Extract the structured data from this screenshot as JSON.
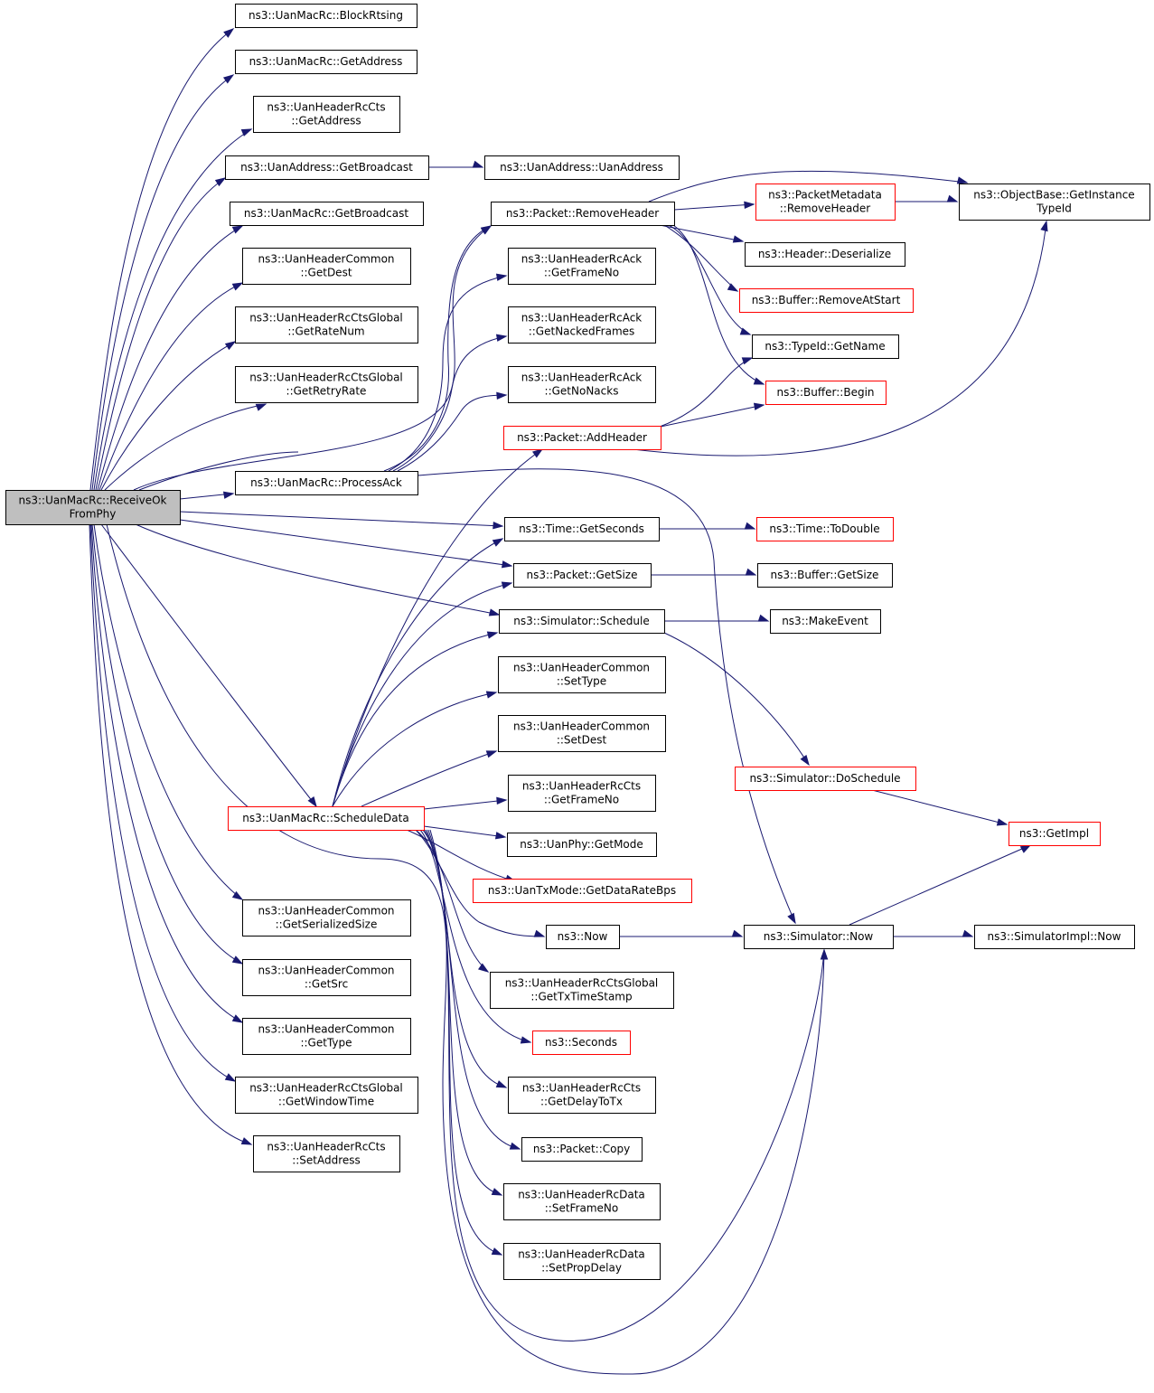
{
  "colors": {
    "edge": "#191970",
    "normal_border": "#000000",
    "missing_border": "#ff0000",
    "root_fill": "#bfbfbf"
  },
  "nodes": [
    {
      "id": "n0",
      "lines": [
        "ns3::UanMacRc::ReceiveOk",
        "FromPhy"
      ],
      "style": "root"
    },
    {
      "id": "n1",
      "lines": [
        "ns3::UanMacRc::BlockRtsing"
      ]
    },
    {
      "id": "n2",
      "lines": [
        "ns3::UanMacRc::GetAddress"
      ]
    },
    {
      "id": "n3",
      "lines": [
        "ns3::UanHeaderRcCts",
        "::GetAddress"
      ]
    },
    {
      "id": "n4",
      "lines": [
        "ns3::UanAddress::GetBroadcast"
      ]
    },
    {
      "id": "n5",
      "lines": [
        "ns3::UanAddress::UanAddress"
      ]
    },
    {
      "id": "n6",
      "lines": [
        "ns3::UanMacRc::GetBroadcast"
      ]
    },
    {
      "id": "n7",
      "lines": [
        "ns3::UanHeaderCommon",
        "::GetDest"
      ]
    },
    {
      "id": "n8",
      "lines": [
        "ns3::UanHeaderRcCtsGlobal",
        "::GetRateNum"
      ]
    },
    {
      "id": "n9",
      "lines": [
        "ns3::UanHeaderRcCtsGlobal",
        "::GetRetryRate"
      ]
    },
    {
      "id": "n10",
      "lines": [
        "ns3::UanMacRc::ProcessAck"
      ]
    },
    {
      "id": "n11",
      "lines": [
        "ns3::Packet::RemoveHeader"
      ]
    },
    {
      "id": "n12",
      "lines": [
        "ns3::PacketMetadata",
        "::RemoveHeader"
      ],
      "style": "red"
    },
    {
      "id": "n13",
      "lines": [
        "ns3::ObjectBase::GetInstance",
        "TypeId"
      ]
    },
    {
      "id": "n14",
      "lines": [
        "ns3::Header::Deserialize"
      ]
    },
    {
      "id": "n15",
      "lines": [
        "ns3::Buffer::RemoveAtStart"
      ],
      "style": "red"
    },
    {
      "id": "n16",
      "lines": [
        "ns3::TypeId::GetName"
      ]
    },
    {
      "id": "n17",
      "lines": [
        "ns3::Buffer::Begin"
      ],
      "style": "red"
    },
    {
      "id": "n18",
      "lines": [
        "ns3::UanHeaderRcAck",
        "::GetFrameNo"
      ]
    },
    {
      "id": "n19",
      "lines": [
        "ns3::UanHeaderRcAck",
        "::GetNackedFrames"
      ]
    },
    {
      "id": "n20",
      "lines": [
        "ns3::UanHeaderRcAck",
        "::GetNoNacks"
      ]
    },
    {
      "id": "n21",
      "lines": [
        "ns3::Packet::AddHeader"
      ],
      "style": "red"
    },
    {
      "id": "n22",
      "lines": [
        "ns3::Time::GetSeconds"
      ]
    },
    {
      "id": "n23",
      "lines": [
        "ns3::Time::ToDouble"
      ],
      "style": "red"
    },
    {
      "id": "n24",
      "lines": [
        "ns3::Packet::GetSize"
      ]
    },
    {
      "id": "n25",
      "lines": [
        "ns3::Buffer::GetSize"
      ]
    },
    {
      "id": "n26",
      "lines": [
        "ns3::Simulator::Schedule"
      ]
    },
    {
      "id": "n27",
      "lines": [
        "ns3::MakeEvent"
      ]
    },
    {
      "id": "n28",
      "lines": [
        "ns3::UanHeaderCommon",
        "::SetType"
      ]
    },
    {
      "id": "n29",
      "lines": [
        "ns3::UanHeaderCommon",
        "::SetDest"
      ]
    },
    {
      "id": "n30",
      "lines": [
        "ns3::Simulator::DoSchedule"
      ],
      "style": "red"
    },
    {
      "id": "n31",
      "lines": [
        "ns3::UanHeaderRcCts",
        "::GetFrameNo"
      ]
    },
    {
      "id": "n32",
      "lines": [
        "ns3::UanMacRc::ScheduleData"
      ],
      "style": "red"
    },
    {
      "id": "n33",
      "lines": [
        "ns3::GetImpl"
      ],
      "style": "red"
    },
    {
      "id": "n34",
      "lines": [
        "ns3::UanPhy::GetMode"
      ]
    },
    {
      "id": "n35",
      "lines": [
        "ns3::UanTxMode::GetDataRateBps"
      ],
      "style": "red"
    },
    {
      "id": "n36",
      "lines": [
        "ns3::UanHeaderCommon",
        "::GetSerializedSize"
      ]
    },
    {
      "id": "n37",
      "lines": [
        "ns3::Now"
      ]
    },
    {
      "id": "n38",
      "lines": [
        "ns3::Simulator::Now"
      ]
    },
    {
      "id": "n39",
      "lines": [
        "ns3::SimulatorImpl::Now"
      ]
    },
    {
      "id": "n40",
      "lines": [
        "ns3::UanHeaderCommon",
        "::GetSrc"
      ]
    },
    {
      "id": "n41",
      "lines": [
        "ns3::UanHeaderRcCtsGlobal",
        "::GetTxTimeStamp"
      ]
    },
    {
      "id": "n42",
      "lines": [
        "ns3::UanHeaderCommon",
        "::GetType"
      ]
    },
    {
      "id": "n43",
      "lines": [
        "ns3::Seconds"
      ],
      "style": "red"
    },
    {
      "id": "n44",
      "lines": [
        "ns3::UanHeaderRcCtsGlobal",
        "::GetWindowTime"
      ]
    },
    {
      "id": "n45",
      "lines": [
        "ns3::UanHeaderRcCts",
        "::GetDelayToTx"
      ]
    },
    {
      "id": "n46",
      "lines": [
        "ns3::UanHeaderRcCts",
        "::SetAddress"
      ]
    },
    {
      "id": "n47",
      "lines": [
        "ns3::Packet::Copy"
      ]
    },
    {
      "id": "n48",
      "lines": [
        "ns3::UanHeaderRcData",
        "::SetFrameNo"
      ]
    },
    {
      "id": "n49",
      "lines": [
        "ns3::UanHeaderRcData",
        "::SetPropDelay"
      ]
    }
  ]
}
